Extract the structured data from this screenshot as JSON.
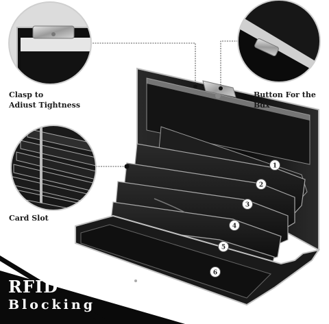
{
  "callouts": {
    "clasp": {
      "line1": "Clasp to",
      "line2": "Adiust Tightness"
    },
    "button": {
      "label": "Button For the Bdx"
    },
    "slot": {
      "label": "Card Slot"
    }
  },
  "slot_numbers": [
    "1",
    "2",
    "3",
    "4",
    "5",
    "6"
  ],
  "banner": {
    "title": "RFID",
    "subtitle": "Blocking"
  },
  "colors": {
    "banner": "#0a0a0a",
    "metal": "#c9c9c9",
    "case_dark": "#151515",
    "slot_dark": "#1c1c1c",
    "badge": "#ffffff"
  },
  "icons": [
    "zoom-circle-clasp",
    "zoom-circle-button",
    "zoom-circle-slots"
  ]
}
